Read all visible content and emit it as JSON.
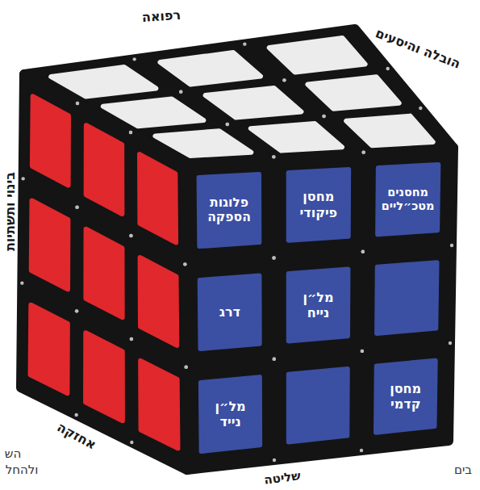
{
  "diagram": {
    "nodes": [
      {
        "text": [
          "מחסנים מטכ״ליים"
        ]
      },
      {
        "text": [
          "מחסן פיקודי"
        ]
      },
      {
        "text": [
          "פלוגות הספקה"
        ]
      },
      {
        "text": [
          "מל״ן נייח"
        ]
      },
      {
        "text": [
          "דרג"
        ]
      },
      {
        "text": [
          "מחסן קדמי"
        ]
      },
      {
        "text": [
          "מל״ן נייד"
        ]
      }
    ],
    "labels": [
      "רפואה",
      "הובלה והיסעים",
      "בינוי ותשתיות",
      "אחזקה",
      "שליטה",
      "הש",
      "ולהחל",
      "בים"
    ]
  }
}
